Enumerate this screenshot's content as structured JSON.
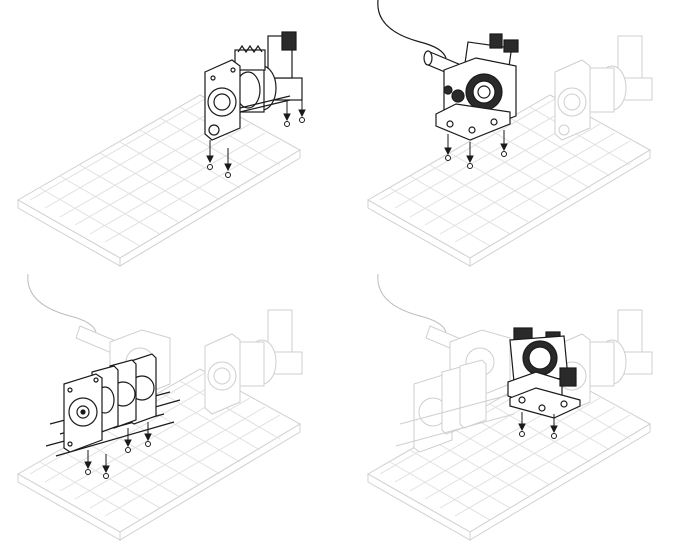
{
  "figure": {
    "panels": [
      {
        "id": "step-1",
        "description_visible": false
      },
      {
        "id": "step-2",
        "description_visible": false
      },
      {
        "id": "step-3",
        "description_visible": false
      },
      {
        "id": "step-4",
        "description_visible": false
      }
    ],
    "colors": {
      "stroke_dark": "#1a1a1a",
      "stroke_faint": "#d4d4d4",
      "fill_white": "#ffffff",
      "fill_dark": "#2a2a2a"
    }
  }
}
